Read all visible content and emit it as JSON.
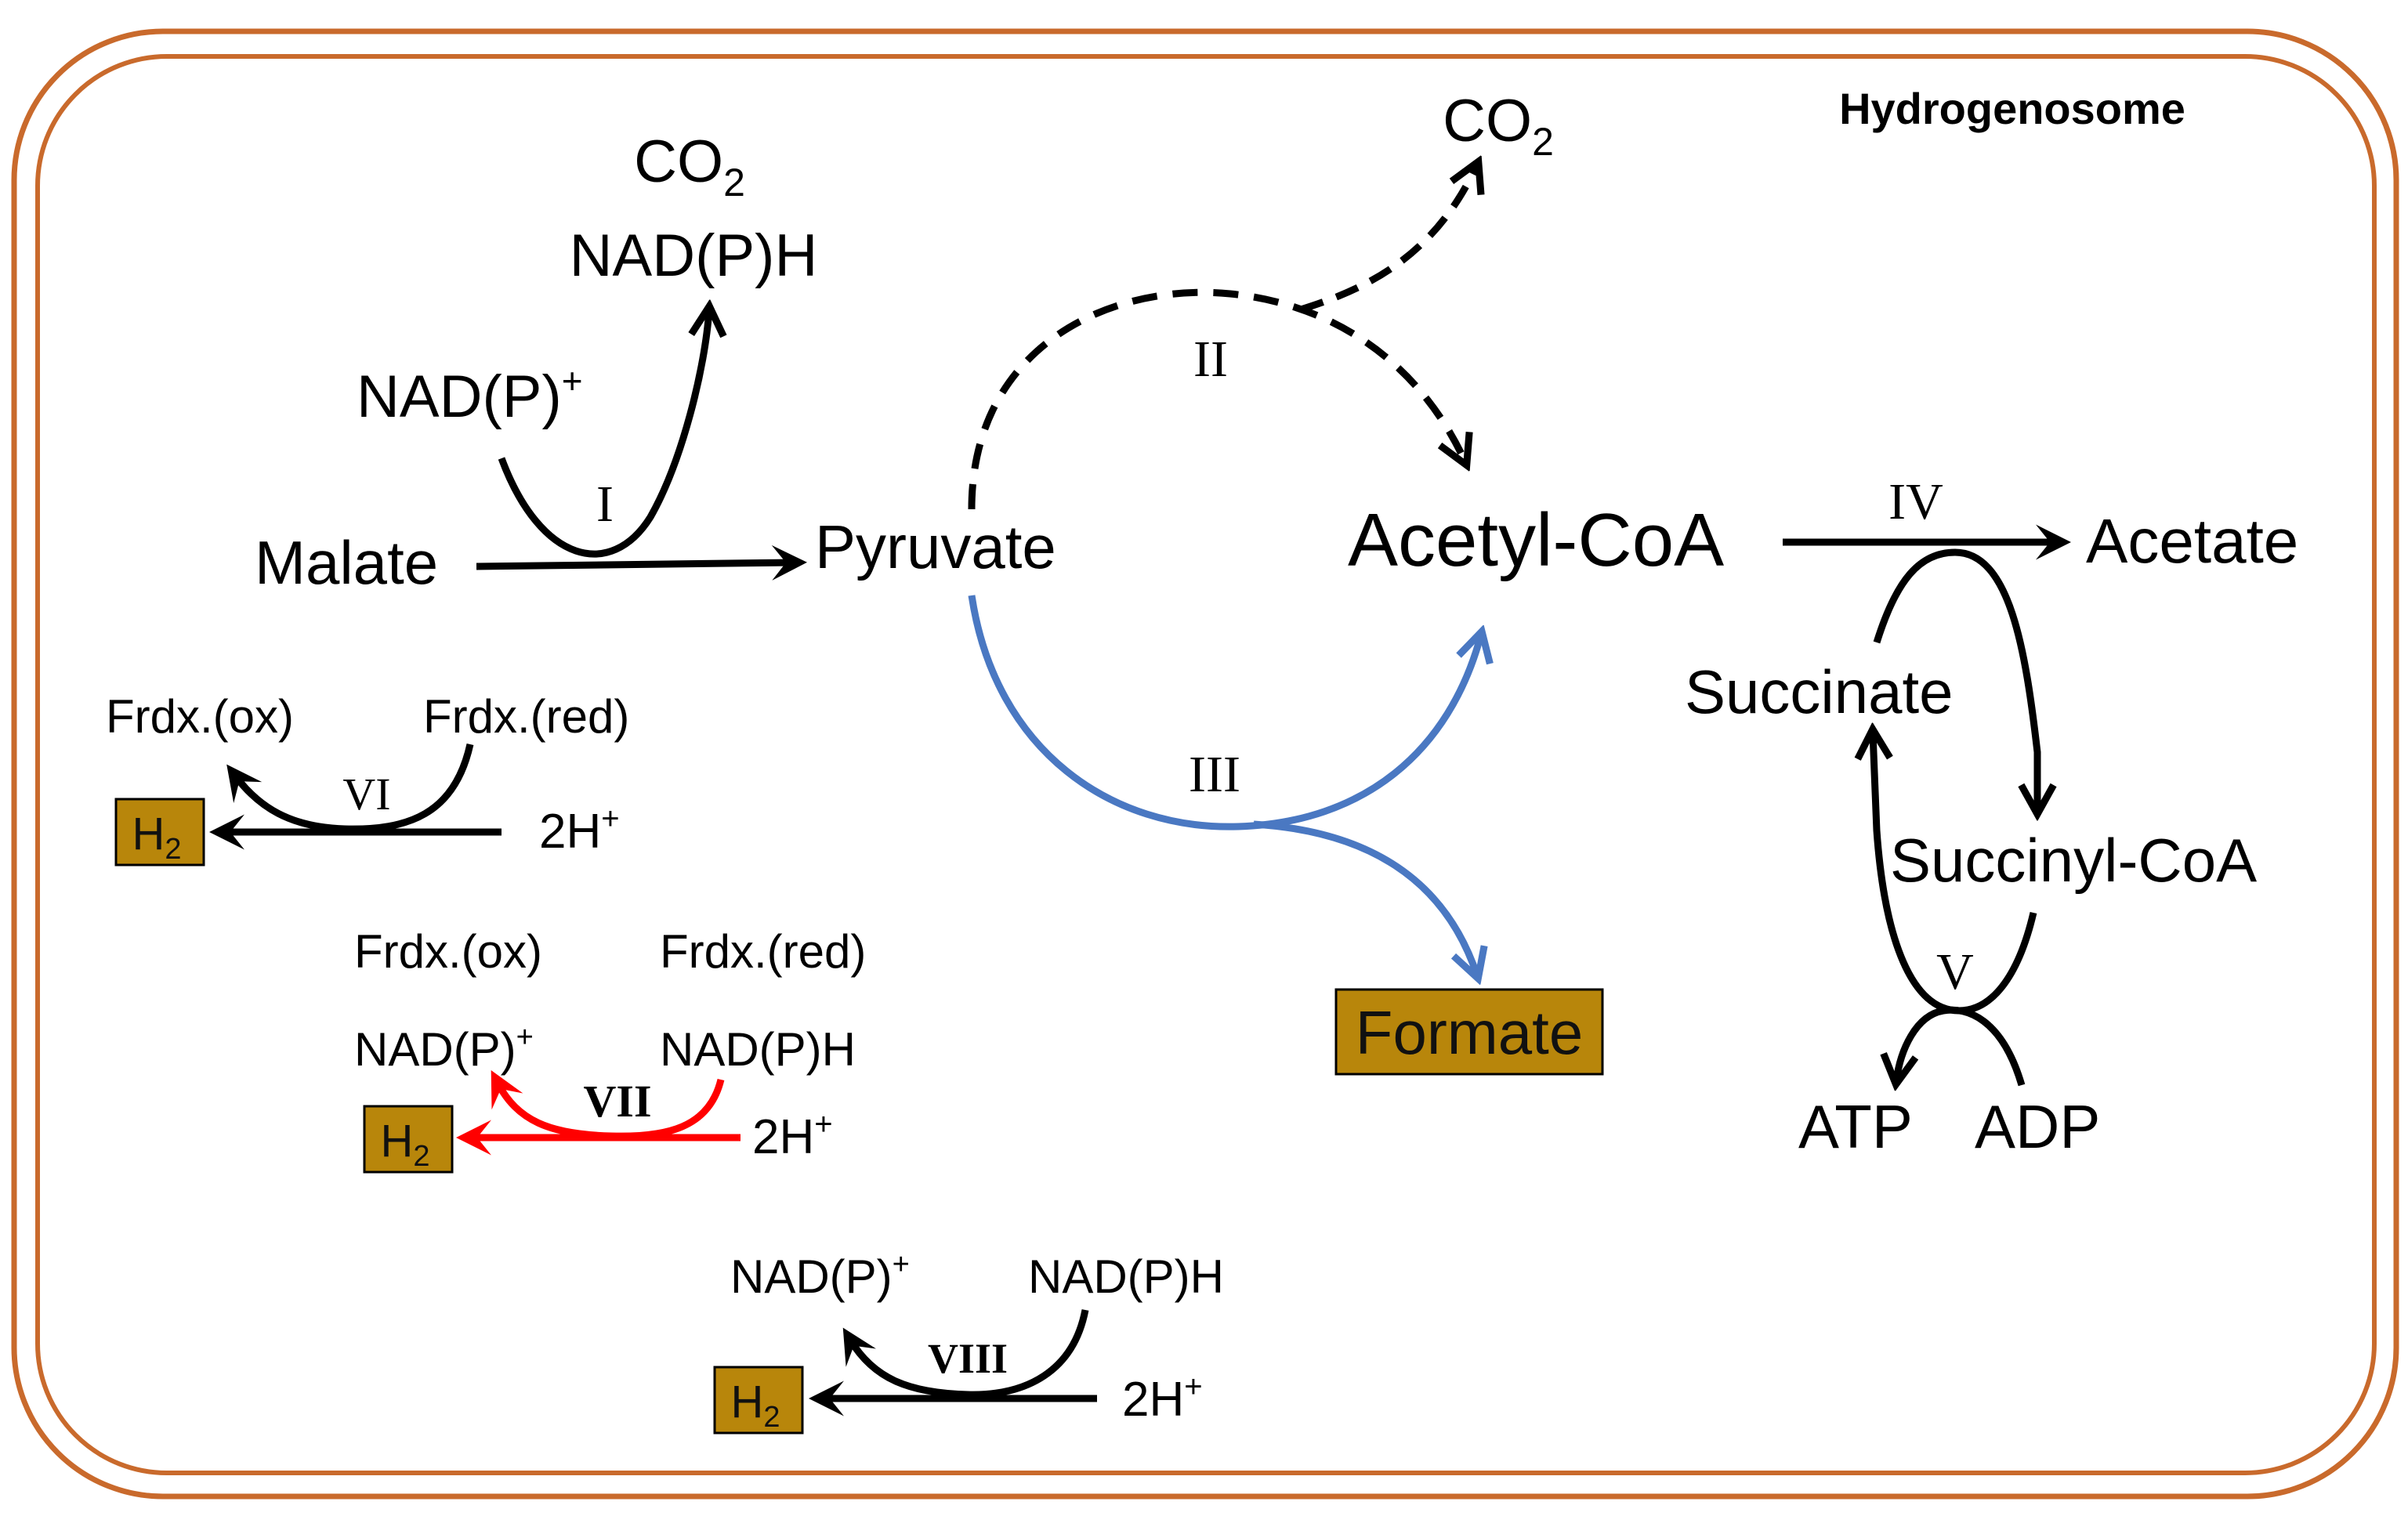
{
  "colors": {
    "membrane": "#c96a2c",
    "black": "#000000",
    "blue": "#4a78c2",
    "red": "#ff0000",
    "gold_box": "#b8860b"
  },
  "organelle": {
    "label": "Hydrogenosome"
  },
  "metabolites": {
    "co2_top": "CO",
    "co2_top_sub": "2",
    "co2_left": "CO",
    "co2_left_sub": "2",
    "nadph_I": "NAD(P)H",
    "nadp_I": "NAD(P)",
    "nadp_I_sup": "+",
    "malate": "Malate",
    "pyruvate": "Pyruvate",
    "acetyl_coa": "Acetyl-CoA",
    "acetate": "Acetate",
    "succinate": "Succinate",
    "succinyl_coa": "Succinyl-CoA",
    "atp": "ATP",
    "adp": "ADP",
    "formate": "Formate"
  },
  "hydrogenase_VI": {
    "frdx_ox": "Frdx.(ox)",
    "frdx_red": "Frdx.(red)",
    "h2": "H",
    "h2_sub": "2",
    "protons": "2H",
    "protons_sup": "+"
  },
  "hydrogenase_VII": {
    "frdx_ox": "Frdx.(ox)",
    "frdx_red": "Frdx.(red)",
    "nadp": "NAD(P)",
    "nadp_sup": "+",
    "nadph": "NAD(P)H",
    "h2": "H",
    "h2_sub": "2",
    "protons": "2H",
    "protons_sup": "+"
  },
  "hydrogenase_VIII": {
    "nadp": "NAD(P)",
    "nadp_sup": "+",
    "nadph": "NAD(P)H",
    "h2": "H",
    "h2_sub": "2",
    "protons": "2H",
    "protons_sup": "+"
  },
  "enzymes": {
    "I": "I",
    "II": "II",
    "III": "III",
    "IV": "IV",
    "V": "V",
    "VI": "VI",
    "VII": "VII",
    "VIII": "VIII"
  }
}
